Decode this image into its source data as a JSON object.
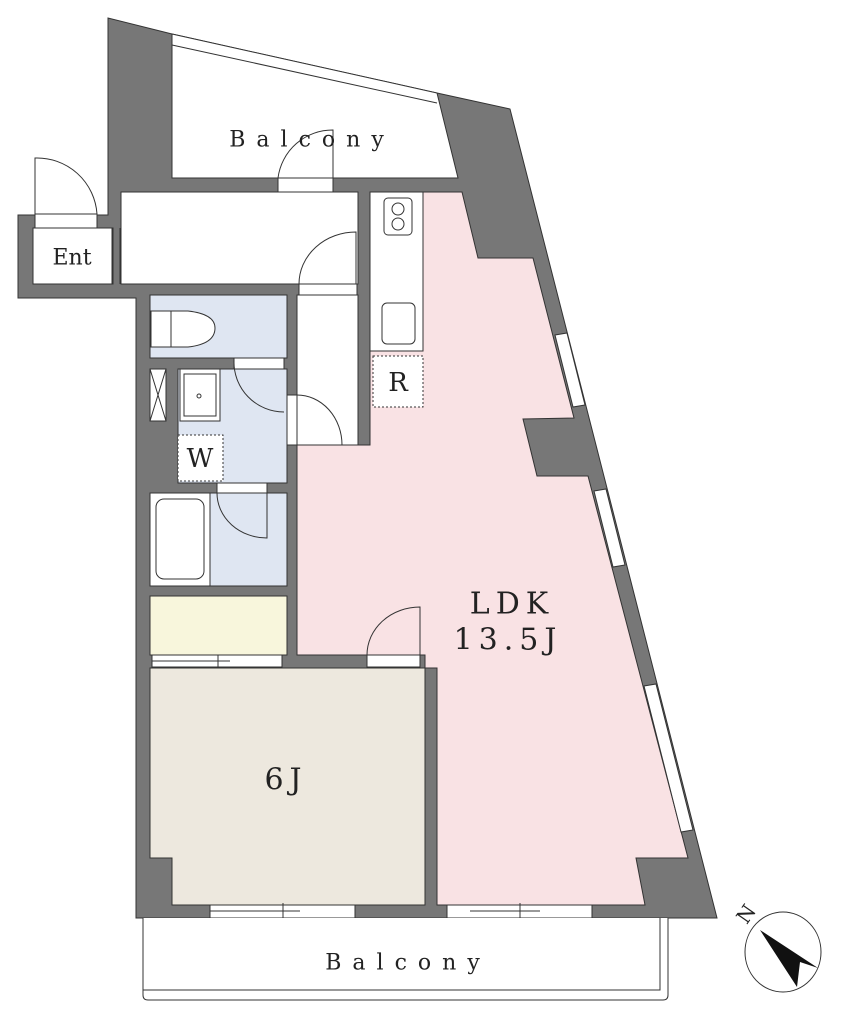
{
  "colors": {
    "wall": "#777777",
    "ldk": "#f9e2e4",
    "wet": "#dfe6f2",
    "storage": "#f8f6dc",
    "bedroom": "#ede8de",
    "outline": "#333333"
  },
  "labels": {
    "balcony_top": "Balcony",
    "entrance": "Ent",
    "refrigerator": "R",
    "washer": "W",
    "ldk_name": "LDK",
    "ldk_size": "13.5J",
    "bedroom_size": "6J",
    "balcony_bottom": "Balcony",
    "north": "N"
  }
}
